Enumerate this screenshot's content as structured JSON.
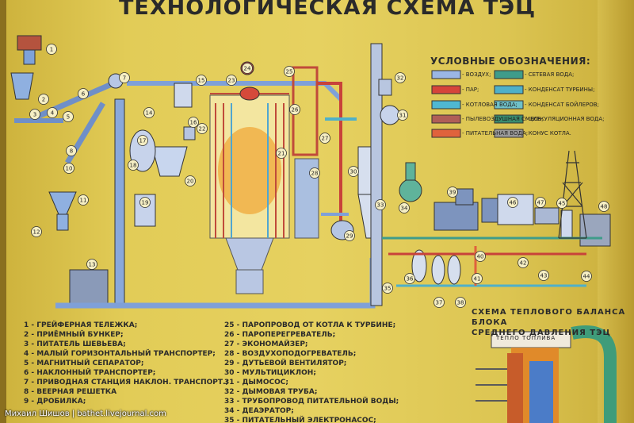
{
  "title": "ТЕХНОЛОГИЧЕСКАЯ СХЕМА ТЭЦ",
  "legend": {
    "title": "УСЛОВНЫЕ ОБОЗНАЧЕНИЯ:",
    "items": [
      {
        "label": "- ВОЗДУХ;",
        "color": "#9bb6e4"
      },
      {
        "label": "- ПАР;",
        "color": "#d6443a"
      },
      {
        "label": "- КОТЛОВАЯ ВОДА;",
        "color": "#4fb8d2"
      },
      {
        "label": "- ПЫЛЕВОЗДУШНАЯ СМЕСЬ;",
        "color": "#b05e57"
      },
      {
        "label": "- ПИТАТЕЛЬНАЯ ВОДА;",
        "color": "#e0623c"
      },
      {
        "label": "- СЕТЕВАЯ ВОДА;",
        "color": "#3f9c8a"
      },
      {
        "label": "- КОНДЕНСАТ ТУРБИНЫ;",
        "color": "#4fb0c9"
      },
      {
        "label": "- КОНДЕНСАТ БОЙЛЕРОВ;",
        "color": "#6fc0c8"
      },
      {
        "label": "- ЦИРКУЛЯЦИОННАЯ ВОДА;",
        "color": "#3a8c6e"
      },
      {
        "label": "- КОНУС КОТЛА.",
        "color": "#9a9a9a"
      }
    ]
  },
  "list_left": [
    "1 - ГРЕЙФЕРНАЯ ТЕЛЕЖКА;",
    "2 - ПРИЁМНЫЙ БУНКЕР;",
    "3 - ПИТАТЕЛЬ ШЕВЬЕВА;",
    "4 - МАЛЫЙ ГОРИЗОНТАЛЬНЫЙ ТРАНСПОРТЕР;",
    "5 - МАГНИТНЫЙ СЕПАРАТОР;",
    "6 - НАКЛОННЫЙ ТРАНСПОРТЕР;",
    "7 - ПРИВОДНАЯ СТАНЦИЯ НАКЛОН. ТРАНСПОРТ.;",
    "8 - ВЕЕРНАЯ РЕШЕТКА",
    "9 - ДРОБИЛКА;"
  ],
  "list_right": [
    "25 - ПАРОПРОВОД ОТ КОТЛА К ТУРБИНЕ;",
    "26 - ПАРОПЕРЕГРЕВАТЕЛЬ;",
    "27 - ЭКОНОМАЙЗЕР;",
    "28 - ВОЗДУХОПОДОГРЕВАТЕЛЬ;",
    "29 - ДУТЬЕВОЙ ВЕНТИЛЯТОР;",
    "30 - МУЛЬТИЦИКЛОН;",
    "31 - ДЫМОСОС;",
    "32 - ДЫМОВАЯ ТРУБА;",
    "33 - ТРУБОПРОВОД ПИТАТЕЛЬНОЙ ВОДЫ;",
    "34 - ДЕАЭРАТОР;",
    "35 - ПИТАТЕЛЬНЫЙ ЭЛЕКТРОНАСОС;"
  ],
  "balance_title_1": "СХЕМА ТЕПЛОВОГО БАЛАНСА БЛОКА",
  "balance_title_2": "СРЕДНЕГО ДАВЛЕНИЯ ТЭЦ",
  "fuel_label": "ТЕПЛО ТОПЛИВА",
  "caption": "Михаил Шишов | bathet.livejournal.com",
  "numbers": [
    "1",
    "2",
    "3",
    "4",
    "5",
    "6",
    "7",
    "8",
    "10",
    "11",
    "12",
    "13",
    "14",
    "15",
    "16",
    "17",
    "18",
    "19",
    "20",
    "21",
    "22",
    "23",
    "24",
    "25",
    "26",
    "27",
    "28",
    "29",
    "30",
    "31",
    "32",
    "33",
    "34",
    "35",
    "36",
    "37",
    "38",
    "39",
    "40",
    "41",
    "42",
    "43",
    "44",
    "45",
    "46",
    "47",
    "48"
  ]
}
